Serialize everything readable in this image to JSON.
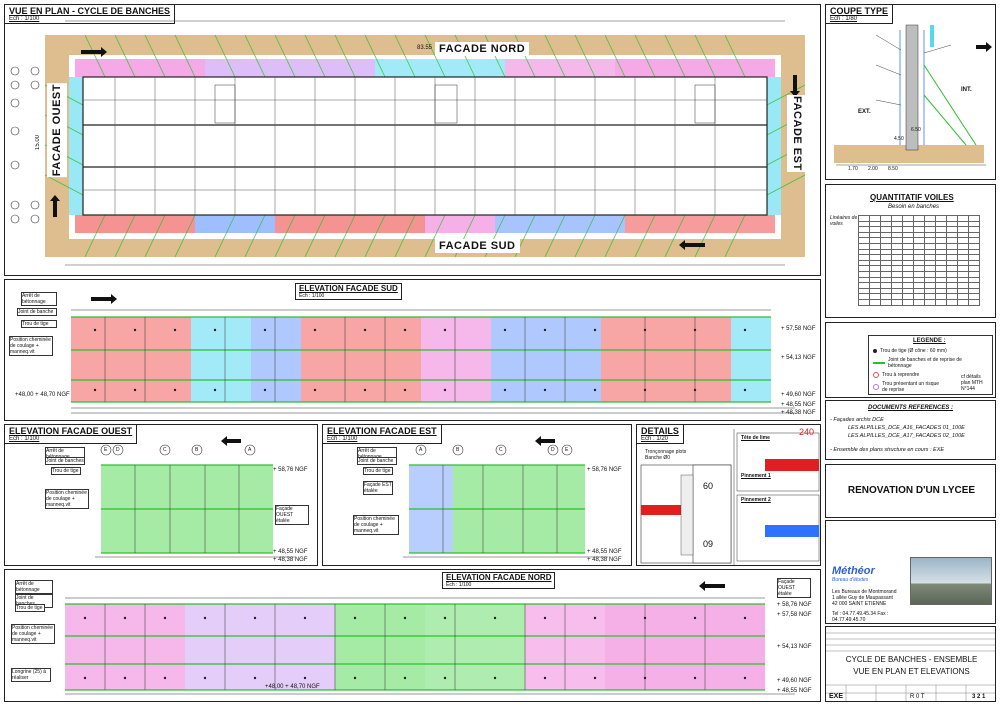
{
  "plan": {
    "title": "VUE EN PLAN - CYCLE DE BANCHES",
    "scale": "Ech : 1/100",
    "facades": {
      "nord": "FACADE NORD",
      "sud": "FACADE SUD",
      "ouest": "FACADE OUEST",
      "est": "FACADE EST"
    },
    "dimension_top": "83.55",
    "dimension_side": "15.00"
  },
  "coupe": {
    "title": "COUPE TYPE",
    "scale": "Ech : 1/80",
    "labels": {
      "int": "INT.",
      "ext": "EXT."
    },
    "dims": [
      "1.70",
      "2.00",
      "8.50",
      "4.50",
      "6.50"
    ]
  },
  "quantitatif": {
    "title": "QUANTITATIF VOILES",
    "subtitle": "Besoin en banches",
    "side_label": "Linéaires de voiles"
  },
  "elev_sud": {
    "title": "ELEVATION FACADE SUD",
    "scale": "Ech : 1/100",
    "levels": [
      "+ 57,58 NGF",
      "+ 54,13 NGF",
      "+ 49,60 NGF",
      "+ 48,55 NGF",
      "+ 48,38 NGF"
    ],
    "left_labels": [
      "Arrêt de bétonnage",
      "Joint de banche",
      "Trou de tige",
      "Position cheminée de coulage + manneq.vit"
    ],
    "level_left": "+48,00 + 48,70 NGF"
  },
  "legend": {
    "title": "LEGENDE :",
    "items": [
      "Trou de tige (Ø cône : 60 mm)",
      "Joint de banches et de reprise de bétonnage",
      "Trou à reprendre",
      "Trou présentant un risque de reprise"
    ],
    "detail_ref": "cf détails plan MTH N°144"
  },
  "documents": {
    "title": "DOCUMENTS REFERENCES :",
    "line1": "- Façades archis DCE",
    "line2": "LES ALPILLES_DCE_A16_FACADES 01_100E",
    "line3": "LES ALPILLES_DCE_A17_FACADES 02_100E",
    "line4": "- Ensemble des plans structure en cours : EXE"
  },
  "elev_ouest": {
    "title": "ELEVATION FACADE OUEST",
    "scale": "Ech : 1/100",
    "levels": [
      "+ 58,76 NGF",
      "+ 48,55 NGF",
      "+ 48,38 NGF"
    ],
    "left_labels": [
      "Arrêt de bétonnage",
      "Joint de banches",
      "Trou de tige",
      "Position cheminée de coulage + manneq.vit"
    ],
    "right_label": "Façade OUEST étalée",
    "axes": [
      "E",
      "D",
      "C",
      "B",
      "A"
    ]
  },
  "elev_est": {
    "title": "ELEVATION FACADE EST",
    "scale": "Ech : 1/100",
    "levels": [
      "+ 58,76 NGF",
      "+ 48,55 NGF",
      "+ 48,38 NGF"
    ],
    "left_labels": [
      "Arrêt de bétonnage",
      "Joint de banche",
      "Trou de tige",
      "Façade EST étalée",
      "Position cheminée de coulage + manneq.vit"
    ],
    "axes": [
      "A",
      "B",
      "C",
      "D",
      "E"
    ]
  },
  "details": {
    "title": "DETAILS",
    "scale": "Ech : 1/20",
    "caption": "Tronçonnage plots Banche Ø0",
    "numbers": [
      "60",
      "09",
      "240"
    ],
    "labels": [
      "Tête de lime",
      "Pinnement 1",
      "Pinnement 2"
    ]
  },
  "project": {
    "title": "RENOVATION D'UN LYCEE"
  },
  "company": {
    "name": "Méthéor",
    "tagline": "Bureau d'études",
    "address_1": "Les Bureaux de Montmorand",
    "address_2": "1 allée Guy de Maupassant",
    "address_3": "42 000 SAINT ETIENNE",
    "phone": "Tel : 04.77.49.45.34  Fax : 04.77.49.45.70"
  },
  "drawing": {
    "title_1": "CYCLE DE BANCHES - ENSEMBLE",
    "title_2": "VUE EN PLAN ET ELEVATIONS",
    "phase": "EXE",
    "number": "3 2 1",
    "code": "R 0 T"
  },
  "elev_nord": {
    "title": "ELEVATION FACADE NORD",
    "scale": "Ech : 1/100",
    "levels": [
      "+ 58,76 NGF",
      "+ 57,58 NGF",
      "+ 54,13 NGF",
      "+ 49,60 NGF",
      "+ 48,55 NGF"
    ],
    "left_labels": [
      "Arrêt de bétonnage",
      "Joint de banches",
      "Trou de tige",
      "Position cheminée de coulage + manneq.vit",
      "Longrine (25) à réaliser"
    ],
    "level_left": "+48,00 + 48,70 NGF",
    "right_label": "Façade OUEST étalée"
  },
  "colors": {
    "green": "#38d038",
    "red": "#ef4b4b",
    "cyan": "#55d8f0",
    "pink": "#ee6fd6",
    "blue": "#5f93ff",
    "purple": "#b56ff0",
    "tan": "#d8b27a"
  }
}
